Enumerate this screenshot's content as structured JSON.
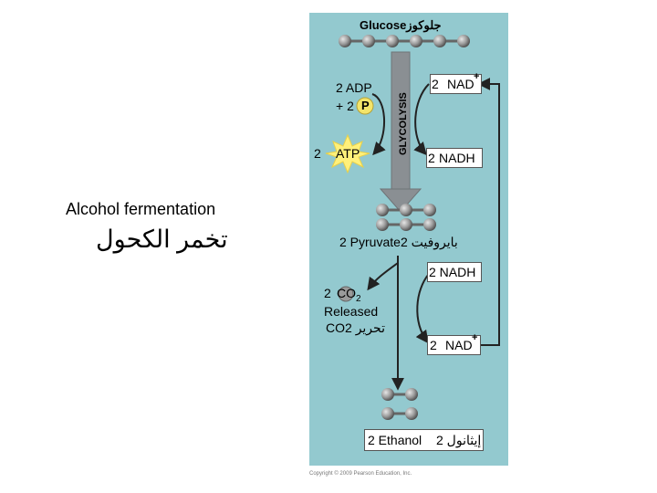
{
  "colors": {
    "panel": "#93c9cf",
    "molecule_gray": "#9a9a9a",
    "arrow_gray": "#8a8f93",
    "atp_star": "#fff07a",
    "phosphate": "#f4e46a"
  },
  "title": {
    "english": "Alcohol fermentation",
    "arabic": "تخمر الكحول"
  },
  "glucose": {
    "label": "Glucoseجلوكوز"
  },
  "glycolysis": {
    "label": "GLYCOLYSIS"
  },
  "inputs": {
    "adp": "2 ADP",
    "pi_prefix": "+ 2",
    "pi_symbol": "P",
    "atp_count": "2",
    "atp_label": "ATP"
  },
  "nad_top": {
    "count": "2",
    "label": "NAD",
    "charge": "+"
  },
  "nadh_top": {
    "count": "2",
    "label": "NADH"
  },
  "pyruvate": {
    "label": "2 Pyruvateبايروفيت 2"
  },
  "nadh_mid": {
    "label": "2 NADH"
  },
  "co2": {
    "count": "2",
    "formula": "CO",
    "subscript": "2",
    "released": "Released",
    "arabic": "CO2 تحرير"
  },
  "nad_bottom": {
    "count": "2",
    "label": "NAD",
    "charge": "+"
  },
  "ethanol": {
    "english": "2 Ethanol",
    "arabic": "إيثانول 2"
  },
  "copyright": "Copyright © 2009 Pearson Education, Inc."
}
